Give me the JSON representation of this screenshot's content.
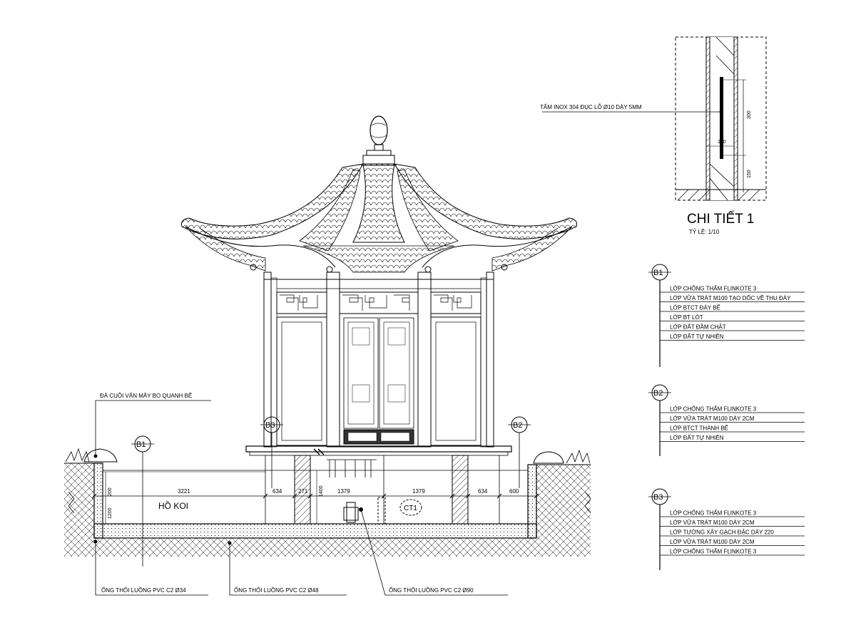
{
  "detail": {
    "title": "CHI TIẾT 1",
    "scale": "TỶ LỆ: 1/10",
    "plate_note": "TẤM INOX 304 ĐỤC LỖ Ø10 DÀY 5MM",
    "dim_vertical_1": "300",
    "dim_horizontal": "100",
    "dim_vertical_2": "150"
  },
  "legends": [
    {
      "tag": "B1",
      "layers": [
        "LỚP CHỐNG THẤM FLINKOTE 3",
        "LỚP VỮA TRÁT M100 TẠO DỐC VỀ THU ĐÁY",
        "LỚP BTCT ĐÁY BỂ",
        "LỚP BT LÓT",
        "LỚP ĐẤT ĐẦM CHẶT",
        "LỚP ĐẤT TỰ NHIÊN"
      ]
    },
    {
      "tag": "B2",
      "layers": [
        "LỚP CHỐNG THẤM FLINKOTE 3",
        "LỚP VỮA TRÁT M100 DÀY 2CM",
        "LỚP BTCT THÀNH BỂ",
        "LỚP ĐẤT TỰ NHIÊN"
      ]
    },
    {
      "tag": "B3",
      "layers": [
        "LỚP CHỐNG THẤM FLINKOTE 3",
        "LỚP VỮA TRÁT M100 DÀY 2CM",
        "LỚP TƯỜNG XÂY GẠCH ĐẶC DÀY 220",
        "LỚP VỮA TRÁT M100 DÀY 2CM",
        "LỚP CHỐNG THẤM FLINKOTE 3"
      ]
    }
  ],
  "section": {
    "pond_label": "HỒ KOI",
    "pebble_note": "ĐÁ CUỘI VÂN MÂY BO QUANH BỂ",
    "pipe_34": "ỐNG THỔI LUỒNG PVC C2 Ø34",
    "pipe_48": "ỐNG THỔI LUỒNG PVC C2 Ø48",
    "pipe_90": "ỐNG THỔI LUỒNG PVC C2 Ø90",
    "tag_b1": "B1",
    "tag_b2": "B2",
    "tag_b3": "B3",
    "tag_ct1": "CT1",
    "dimensions": [
      "3221",
      "634",
      "271",
      "1379",
      "1379",
      "634",
      "600"
    ],
    "dim_left_1": "200",
    "dim_left_2": "1200",
    "dim_mid": "1400"
  }
}
